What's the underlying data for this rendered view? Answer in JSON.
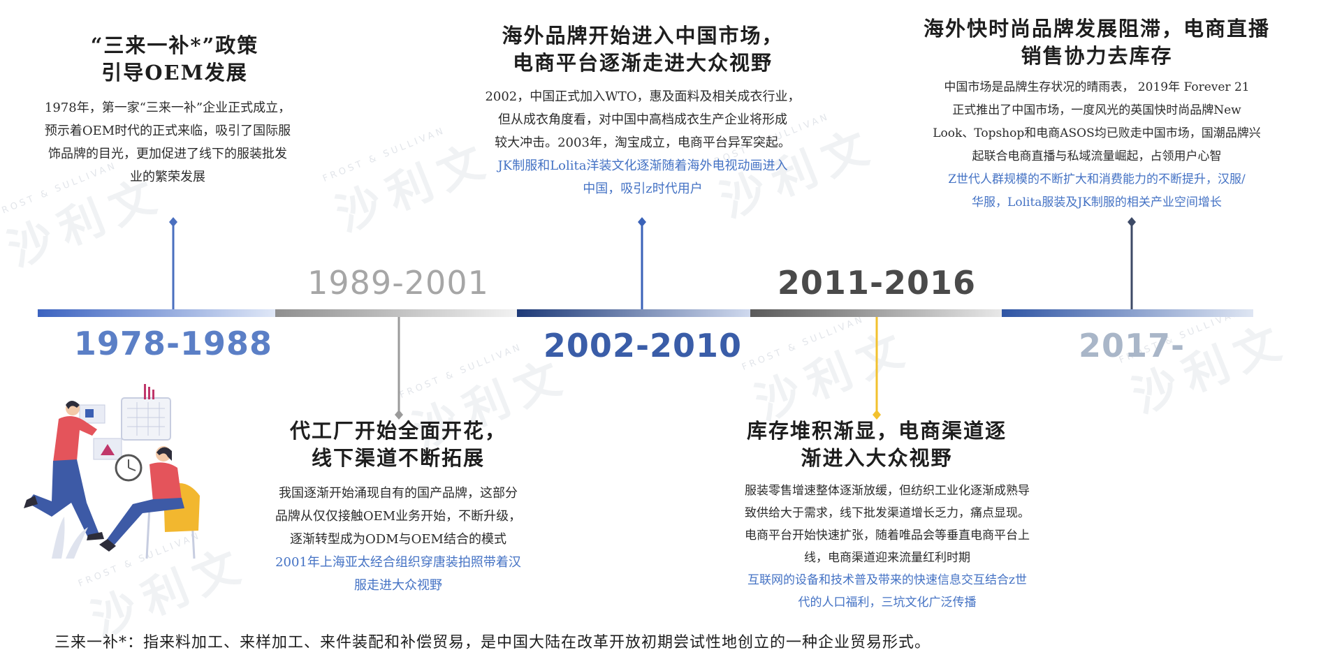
{
  "periods": [
    {
      "year": "1978-1988",
      "heading": [
        "“三来一补*”政策",
        "引导OEM发展"
      ],
      "body": [
        "1978年，第一家“三来一补”企业正式成立，",
        "预示着OEM时代的正式来临，吸引了国际服",
        "饰品牌的目光，更加促进了线下的服装批发",
        "业的繁荣发展"
      ],
      "highlight": [],
      "colors": {
        "year": "#5b7fc6",
        "bar_from": "#3c63c0",
        "bar_to": "#dfe7f7",
        "connector": "#4a6fbf"
      }
    },
    {
      "year": "1989-2001",
      "heading": [
        "代工厂开始全面开花，",
        "线下渠道不断拓展"
      ],
      "body": [
        "我国逐渐开始涌现自有的国产品牌，这部分",
        "品牌从仅仅接触OEM业务开始，不断升级，",
        "逐渐转型成为ODM与OEM结合的模式"
      ],
      "highlight": [
        "2001年上海亚太经合组织穿唐装拍照带着汉",
        "服走进大众视野"
      ],
      "colors": {
        "year": "#a6a6a6",
        "bar_from": "#8f8f8f",
        "bar_to": "#f2f2f2",
        "connector": "#9a9a9a"
      }
    },
    {
      "year": "2002-2010",
      "heading": [
        "海外品牌开始进入中国市场，",
        "电商平台逐渐走进大众视野"
      ],
      "body": [
        "2002，中国正式加入WTO，惠及面料及相关成衣行业，",
        "但从成衣角度看，对中国中高档成衣生产企业将形成",
        "较大冲击。2003年，淘宝成立，电商平台异军突起。"
      ],
      "highlight": [
        "JK制服和Lolita洋装文化逐渐随着海外电视动画进入",
        "中国，吸引z时代用户"
      ],
      "colors": {
        "year": "#3a5da8",
        "bar_from": "#1e3a78",
        "bar_to": "#cfd9ee",
        "connector": "#3a62b8"
      }
    },
    {
      "year": "2011-2016",
      "heading": [
        "库存堆积渐显，电商渠道逐",
        "渐进入大众视野"
      ],
      "body": [
        "服装零售增速整体逐渐放缓，但纺织工业化逐渐成熟导",
        "致供给大于需求，线下批发渠道增长乏力，痛点显现。",
        "电商平台开始快速扩张，随着唯品会等垂直电商平台上",
        "线，电商渠道迎来流量红利时期"
      ],
      "highlight": [
        "互联网的设备和技术普及带来的快速信息交互结合z世",
        "代的人口福利，三坑文化广泛传播"
      ],
      "colors": {
        "year": "#4a4a4a",
        "bar_from": "#5a5a5a",
        "bar_to": "#e8e8e8",
        "connector": "#f2c12e"
      }
    },
    {
      "year": "2017-",
      "heading": [
        "海外快时尚品牌发展阻滞，电商直播",
        "销售协力去库存"
      ],
      "body": [
        "中国市场是品牌生存状况的晴雨表， 2019年 Forever 21",
        "正式推出了中国市场，一度风光的英国快时尚品牌New",
        "Look、Topshop和电商ASOS均已败走中国市场，国潮品牌兴",
        "起联合电商直播与私域流量崛起，占领用户心智"
      ],
      "highlight": [
        "Z世代人群规模的不断扩大和消费能力的不断提升，汉服/",
        "华服，Lolita服装及JK制服的相关产业空间增长"
      ],
      "colors": {
        "year": "#a9b6c8",
        "bar_from": "#2f55a4",
        "bar_to": "#dfe6f3",
        "connector": "#3d4a66"
      }
    }
  ],
  "footnote": "三来一补*：指来料加工、来样加工、来件装配和补偿贸易，是中国大陆在改革开放初期尝试性地创立的一种企业贸易形式。",
  "watermark": {
    "en": "FROST & SULLIVAN",
    "cn": "沙利文"
  },
  "icons": {
    "illustration": "office-workers-illustration-icon"
  }
}
